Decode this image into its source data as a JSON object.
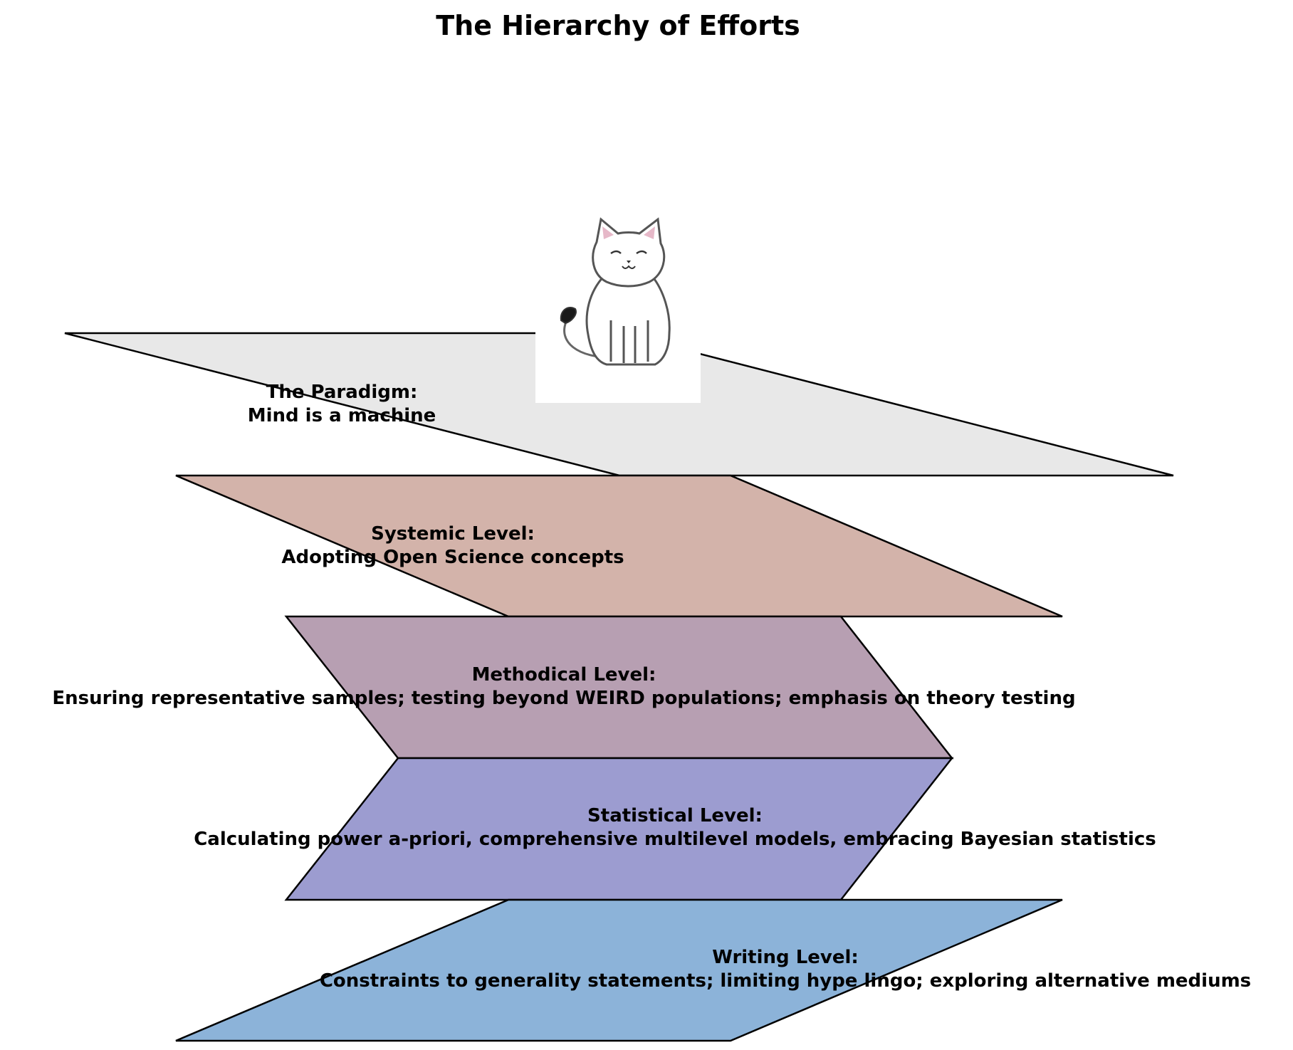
{
  "title": "The Hierarchy of Efforts",
  "levels": [
    {
      "id": "paradigm",
      "heading": "The Paradigm:",
      "text": "Mind is a machine",
      "color": "#e8e8e8"
    },
    {
      "id": "systemic",
      "heading": "Systemic Level:",
      "text": "Adopting Open Science concepts",
      "color": "#d3b3aa"
    },
    {
      "id": "methodical",
      "heading": "Methodical Level:",
      "text": "Ensuring representative samples; testing beyond WEIRD populations; emphasis on theory testing",
      "color": "#b79fb2"
    },
    {
      "id": "statistical",
      "heading": "Statistical Level:",
      "text": "Calculating power a-priori, comprehensive multilevel models, embracing Bayesian statistics",
      "color": "#9c9cd0"
    },
    {
      "id": "writing",
      "heading": "Writing Level:",
      "text": "Constraints to generality statements; limiting hype lingo; exploring alternative mediums",
      "color": "#8cb3d9"
    }
  ],
  "mascot": {
    "icon": "cat-icon",
    "body_color": "#ffffff",
    "ear_color": "#e6b8c8",
    "tail_tip_color": "#1a1a1a"
  }
}
